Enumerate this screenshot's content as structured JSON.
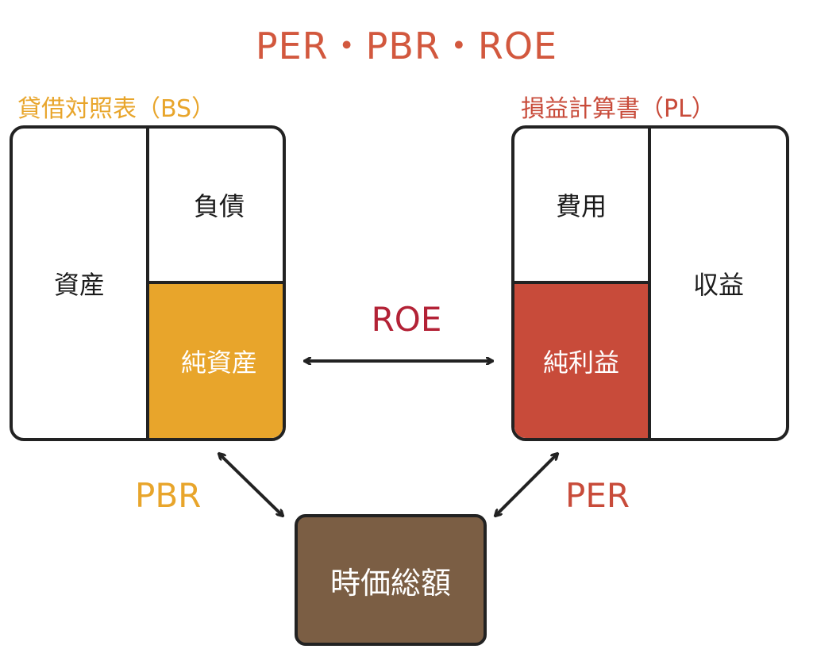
{
  "title": "PER・PBR・ROE",
  "balance_sheet": {
    "title": "貸借対照表（BS）",
    "assets": "資産",
    "liabilities": "負債",
    "net_assets": "純資産"
  },
  "income_statement": {
    "title": "損益計算書（PL）",
    "expenses": "費用",
    "net_income": "純利益",
    "revenue": "収益"
  },
  "ratios": {
    "roe": "ROE",
    "pbr": "PBR",
    "per": "PER"
  },
  "market_cap": "時価総額",
  "colors": {
    "net_assets": "#e8a52b",
    "net_income": "#c84b3a",
    "market_cap": "#7b5e44",
    "roe": "#b32236"
  }
}
